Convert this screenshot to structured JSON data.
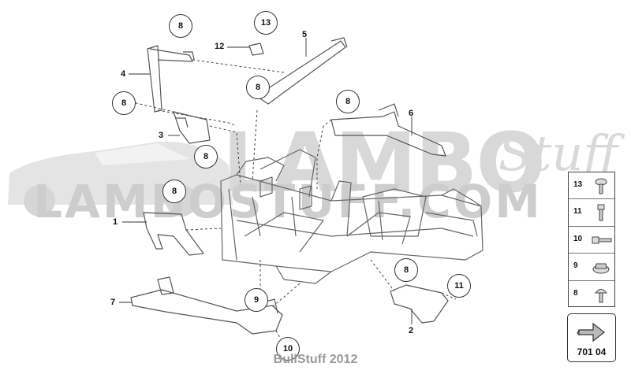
{
  "watermark": {
    "brand": "LAMBO",
    "brand_suffix": "Stuff",
    "url": "LAMBOSTUFF.COM"
  },
  "parts": [
    {
      "label": "1"
    },
    {
      "label": "2"
    },
    {
      "label": "3"
    },
    {
      "label": "4"
    },
    {
      "label": "5"
    },
    {
      "label": "6"
    },
    {
      "label": "7"
    },
    {
      "label": "12"
    }
  ],
  "callouts": [
    "8",
    "8",
    "8",
    "8",
    "8",
    "8",
    "8",
    "13",
    "9",
    "10",
    "11"
  ],
  "legend": [
    {
      "num": "13",
      "icon": "torx-screw-icon"
    },
    {
      "num": "11",
      "icon": "bolt-icon"
    },
    {
      "num": "10",
      "icon": "long-bolt-icon"
    },
    {
      "num": "9",
      "icon": "flange-nut-icon"
    },
    {
      "num": "8",
      "icon": "pan-head-screw-icon"
    }
  ],
  "page_ref": {
    "number": "701 04",
    "icon": "arrow-right-icon"
  },
  "footer": "BullStuff 2012",
  "colors": {
    "line": "#555555",
    "watermark": "#cfcfcf",
    "footer": "#9a9a9a"
  }
}
